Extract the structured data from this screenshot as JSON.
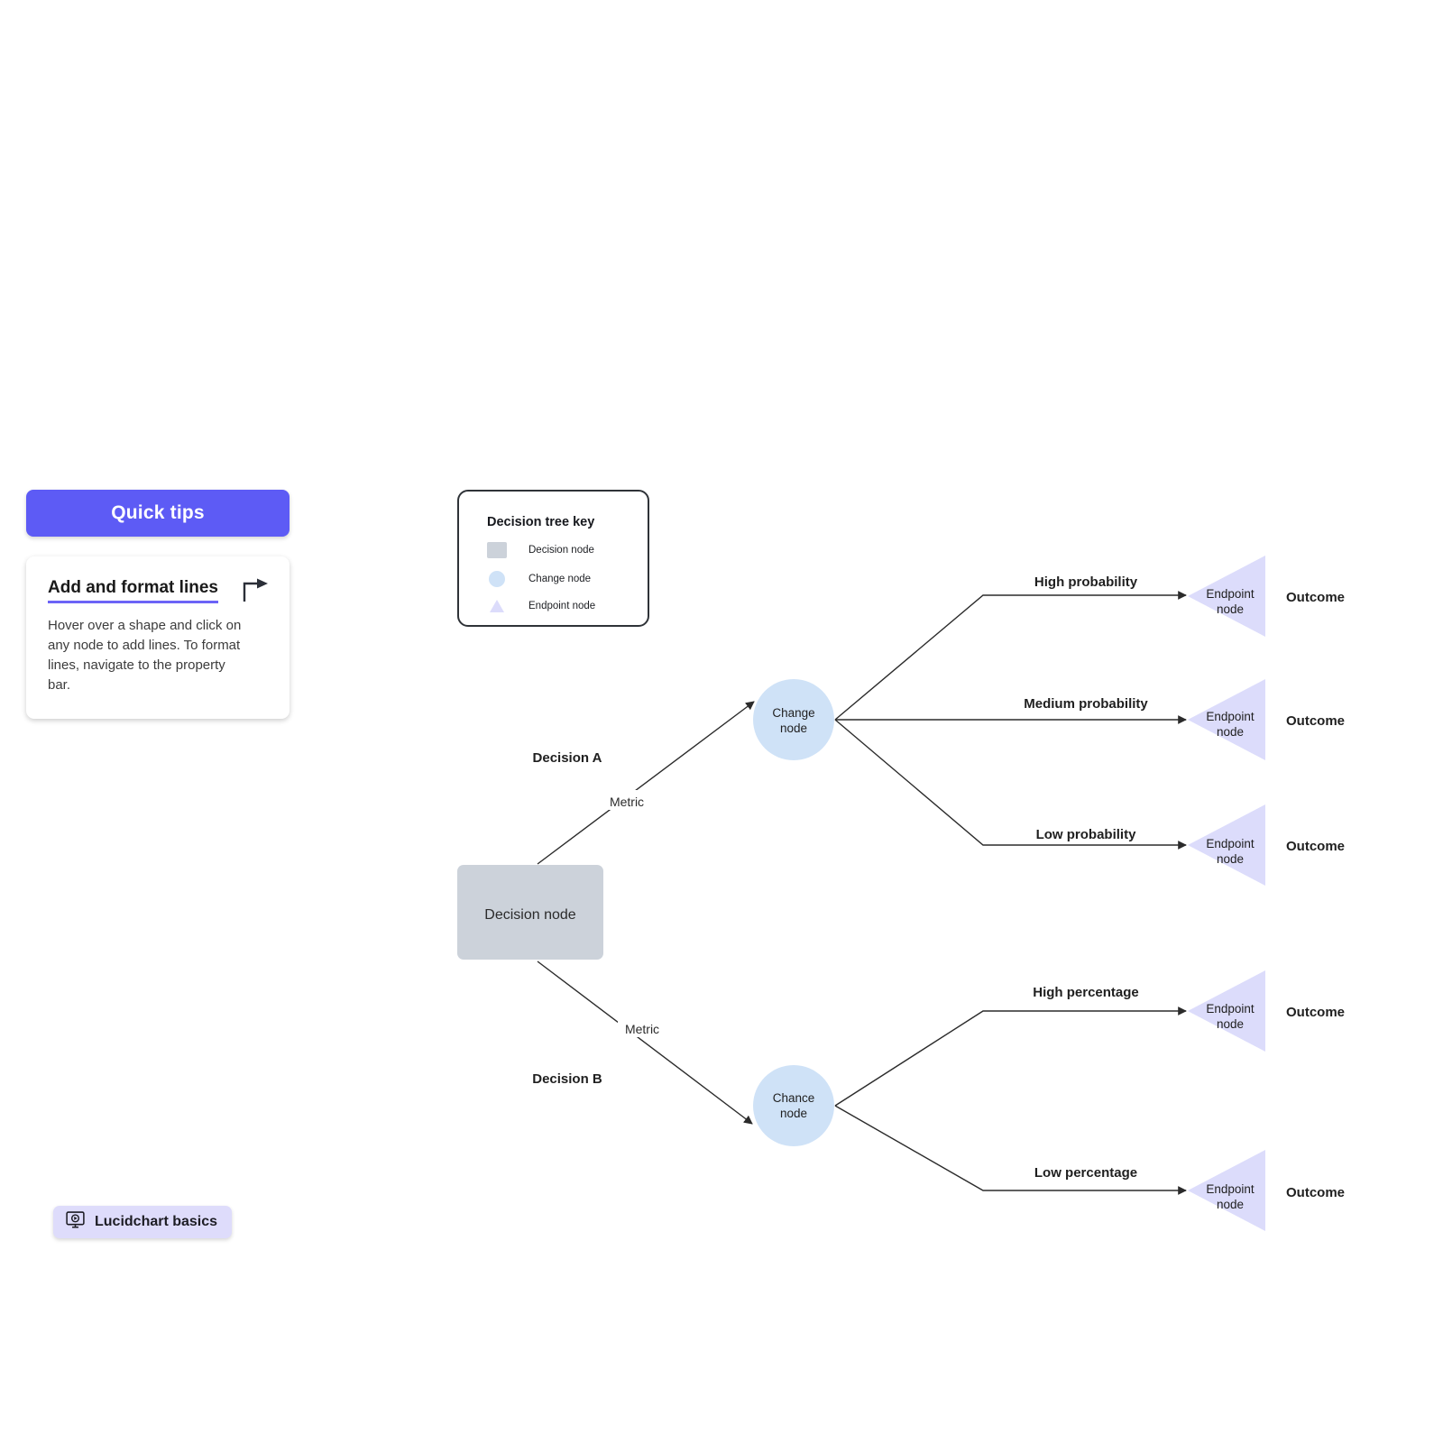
{
  "quick_tips": {
    "header_label": "Quick tips",
    "header_color": "#5d5bf5",
    "tip": {
      "title": "Add and format lines",
      "body": "Hover over a shape and click on any node to add lines. To format lines, navigate to the property bar.",
      "icon": "elbow-line-arrow-icon",
      "underline_color": "#6c63f7"
    },
    "basics_button": {
      "label": "Lucidchart basics",
      "icon": "monitor-play-icon",
      "background": "#dedcfb"
    }
  },
  "legend": {
    "title": "Decision tree key",
    "items": [
      {
        "shape": "square",
        "label": "Decision node",
        "color": "#ccd2da"
      },
      {
        "shape": "circle",
        "label": "Change node",
        "color": "#cfe2f7"
      },
      {
        "shape": "triangle",
        "label": "Endpoint node",
        "color": "#dcdcfb"
      }
    ]
  },
  "diagram": {
    "root": {
      "label": "Decision node",
      "color": "#ccd2da"
    },
    "chance_nodes": [
      {
        "id": "top",
        "label_line1": "Change",
        "label_line2": "node",
        "color": "#cfe2f7"
      },
      {
        "id": "bottom",
        "label_line1": "Chance",
        "label_line2": "node",
        "color": "#cfe2f7"
      }
    ],
    "decision_branches": [
      {
        "name": "Decision A",
        "metric": "Metric"
      },
      {
        "name": "Decision B",
        "metric": "Metric"
      }
    ],
    "endpoints": [
      {
        "branch_label": "High probability",
        "node_line1": "Endpoint",
        "node_line2": "node",
        "outcome": "Outcome",
        "color": "#dcdcfb"
      },
      {
        "branch_label": "Medium probability",
        "node_line1": "Endpoint",
        "node_line2": "node",
        "outcome": "Outcome",
        "color": "#dcdcfb"
      },
      {
        "branch_label": "Low probability",
        "node_line1": "Endpoint",
        "node_line2": "node",
        "outcome": "Outcome",
        "color": "#dcdcfb"
      },
      {
        "branch_label": "High percentage",
        "node_line1": "Endpoint",
        "node_line2": "node",
        "outcome": "Outcome",
        "color": "#dcdcfb"
      },
      {
        "branch_label": "Low percentage",
        "node_line1": "Endpoint",
        "node_line2": "node",
        "outcome": "Outcome",
        "color": "#dcdcfb"
      }
    ]
  }
}
